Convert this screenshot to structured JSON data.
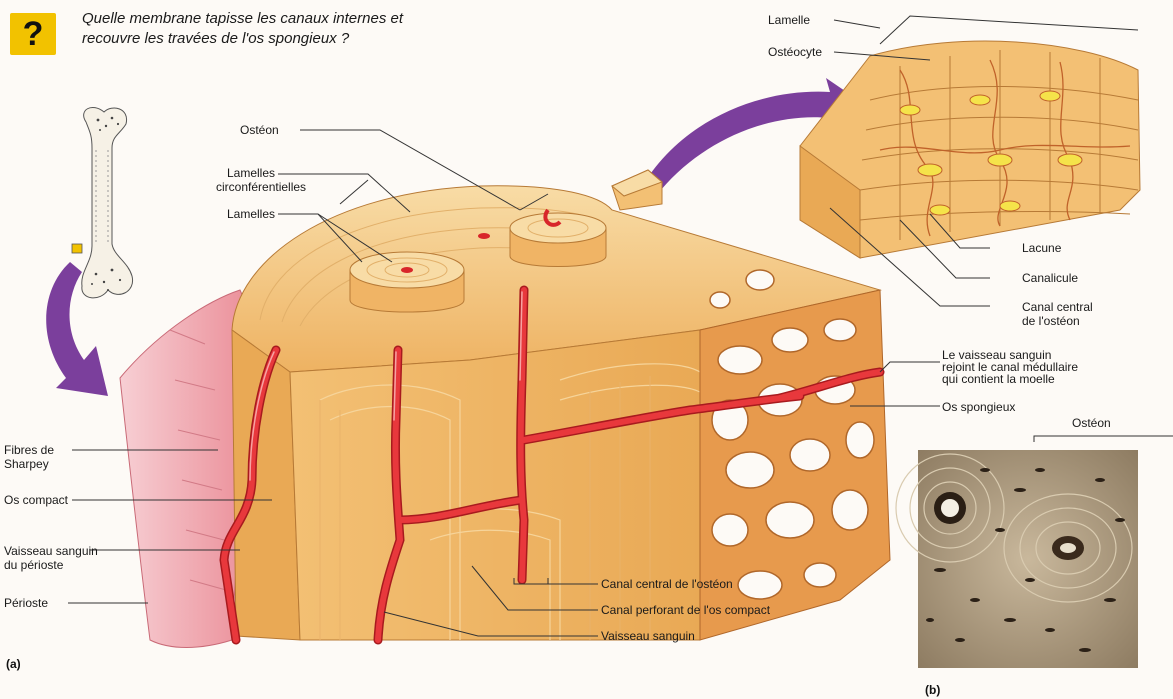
{
  "question": {
    "icon": "question-mark-icon",
    "symbol": "?",
    "line1": "Quelle membrane tapisse les canaux internes et",
    "line2": "recouvre les travées de l'os spongieux ?"
  },
  "panel_a": {
    "letter": "(a)",
    "labels": {
      "osteon": "Ostéon",
      "lamelles_circ_1": "Lamelles",
      "lamelles_circ_2": "circonférentielles",
      "lamelles": "Lamelles",
      "fibres_1": "Fibres de",
      "fibres_2": "Sharpey",
      "os_compact": "Os compact",
      "vaisseau_periost_1": "Vaisseau sanguin",
      "vaisseau_periost_2": "du périoste",
      "perioste": "Périoste",
      "vaisseau_moelle_1": "Le vaisseau sanguin",
      "vaisseau_moelle_2": "rejoint le canal médullaire",
      "vaisseau_moelle_3": "qui contient la moelle",
      "os_spongieux": "Os spongieux",
      "canal_central": "Canal central de l'ostéon",
      "canal_perforant": "Canal perforant de l'os compact",
      "vaisseau_sanguin": "Vaisseau sanguin"
    }
  },
  "panel_b": {
    "letter": "(b)",
    "labels": {
      "lamelle": "Lamelle",
      "osteocyte": "Ostéocyte",
      "lacune": "Lacune",
      "canalicule": "Canalicule",
      "canal_central_1": "Canal central",
      "canal_central_2": "de l'ostéon",
      "osteon_micro": "Ostéon"
    }
  },
  "colors": {
    "bone": "#f3c074",
    "bone_light": "#f8dca6",
    "bone_dark": "#d99a4a",
    "vessel": "#d8262a",
    "arrow": "#7b3f9c",
    "periosteum": "#f2a9b0",
    "micro_bg": "#b8a78c",
    "question_bg": "#f2c200"
  }
}
